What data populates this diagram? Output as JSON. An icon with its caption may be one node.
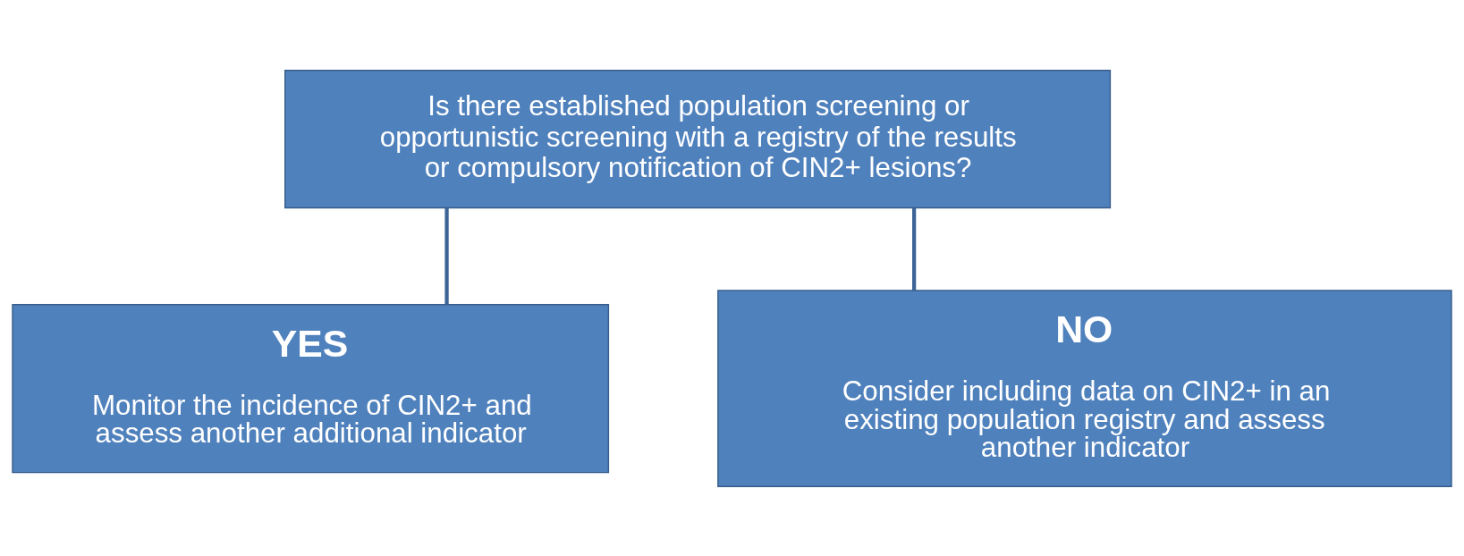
{
  "diagram": {
    "nodes": [
      {
        "text": [
          "Is there established population screening or opportunistic screening with a registry of the results or compulsory notification of CIN2+ lesions?"
        ]
      },
      {
        "text": [
          "YES",
          "Monitor the incidence of CIN2+ and assess another additional indicator"
        ]
      },
      {
        "text": [
          "NO",
          "Consider including data on CIN2+ in an existing population registry and assess another indicator"
        ]
      }
    ],
    "edges": [
      {
        "from": 0,
        "to": 1,
        "arrow": "none"
      },
      {
        "from": 0,
        "to": 2,
        "arrow": "none"
      }
    ]
  }
}
